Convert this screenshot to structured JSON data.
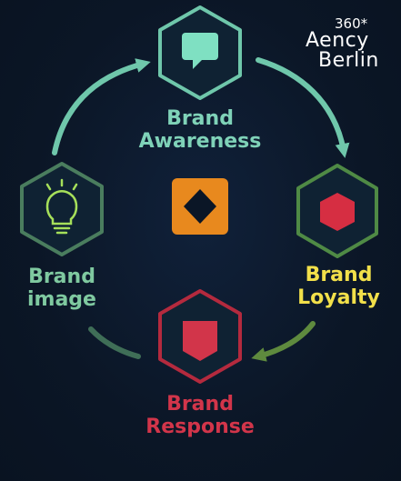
{
  "nodes": {
    "awareness": {
      "line1": "Brand",
      "line2": "Awareness",
      "color": "#7fd2b8",
      "icon": "speech-bubble-icon"
    },
    "loyalty": {
      "line1": "Brand",
      "line2": "Loyalty",
      "color": "#f2e04a",
      "icon": "hexagon-icon"
    },
    "image": {
      "line1": "Brand",
      "line2": "image",
      "color": "#7fc9a0",
      "icon": "lightbulb-icon"
    },
    "response": {
      "line1": "Brand",
      "line2": "Response",
      "color": "#d2354a",
      "icon": "shield-icon"
    }
  },
  "center": {
    "icon": "diamond-icon",
    "color": "#e8891e"
  },
  "logo": {
    "line1": "360*",
    "line2": "Aency",
    "line3": "Berlin"
  },
  "colors": {
    "background": "#0b1626",
    "hex_fill": "#0f2233",
    "arrow_teal": "#6fc7ab",
    "arrow_green": "#5e8a3e",
    "arrow_dark_green": "#3f6e57"
  }
}
